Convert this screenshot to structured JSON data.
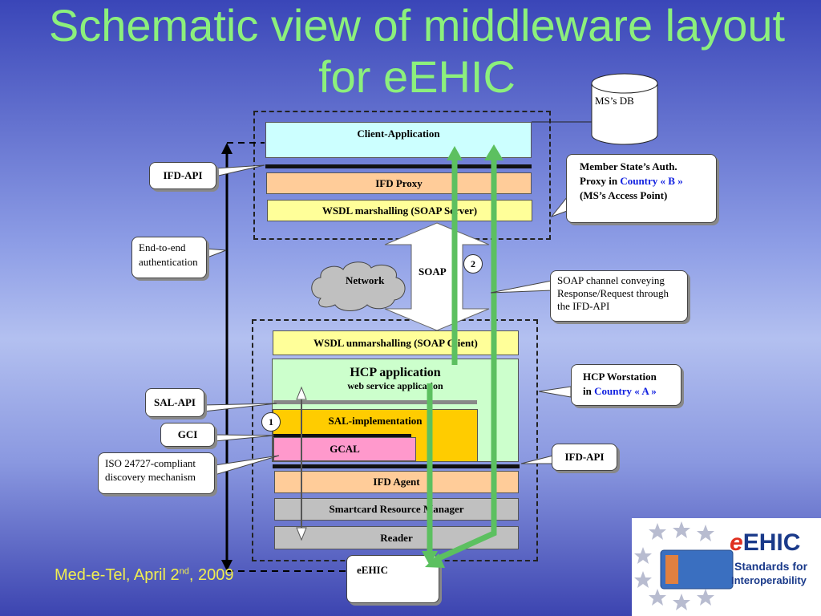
{
  "title": "Schematic view of middleware layout for eEHIC",
  "db_label": "MS’s DB",
  "blocks": {
    "client_app": "Client-Application",
    "ifd_proxy": "IFD Proxy",
    "wsdl_marshalling": "WSDL marshalling (SOAP Server)",
    "wsdl_unmarshalling": "WSDL unmarshalling (SOAP Client)",
    "hcp_app": "HCP application",
    "hcp_app_sub": "web service application",
    "sal_impl": "SAL-implementation",
    "gcal": "GCAL",
    "ifd_agent": "IFD Agent",
    "smartcard_rm": "Smartcard Resource Manager",
    "reader": "Reader",
    "eehic_card": "eEHIC"
  },
  "labels": {
    "ifd_api_top": "IFD-API",
    "end_to_end": "End-to-end authentication",
    "network": "Network",
    "soap": "SOAP",
    "num_1": "1",
    "num_2": "2",
    "sal_api": "SAL-API",
    "gci": "GCI",
    "iso": "ISO 24727-compliant discovery mechanism",
    "ifd_api_bottom": "IFD-API"
  },
  "callouts": {
    "member_state_line1": "Member State’s Auth.",
    "member_state_line2_pre": "Proxy in ",
    "member_state_country": "Country « B »",
    "member_state_line3": "(MS’s Access Point)",
    "soap_channel": "SOAP channel conveying Response/Request through the IFD-API",
    "hcp_ws_line1": "HCP Worstation",
    "hcp_ws_pre": "in ",
    "hcp_ws_country": "Country « A »"
  },
  "footer": {
    "pre": "Med-e-Tel, April 2",
    "sup": "nd",
    "post": ", 2009"
  },
  "logo": {
    "e": "e",
    "ehic": "EHIC",
    "line1": "Standards for",
    "line2": "Interoperability"
  },
  "colors": {
    "title": "#8cf07c",
    "client_app": "#ccffff",
    "ifd_proxy": "#ffcc99",
    "wsdl": "#ffff99",
    "hcp_app": "#ccffcc",
    "sal_impl": "#ffcc00",
    "gcal": "#ff99cc",
    "grey_box": "#c0c0c0",
    "green_arrow": "#5cc060",
    "footer": "#f0ee50"
  }
}
